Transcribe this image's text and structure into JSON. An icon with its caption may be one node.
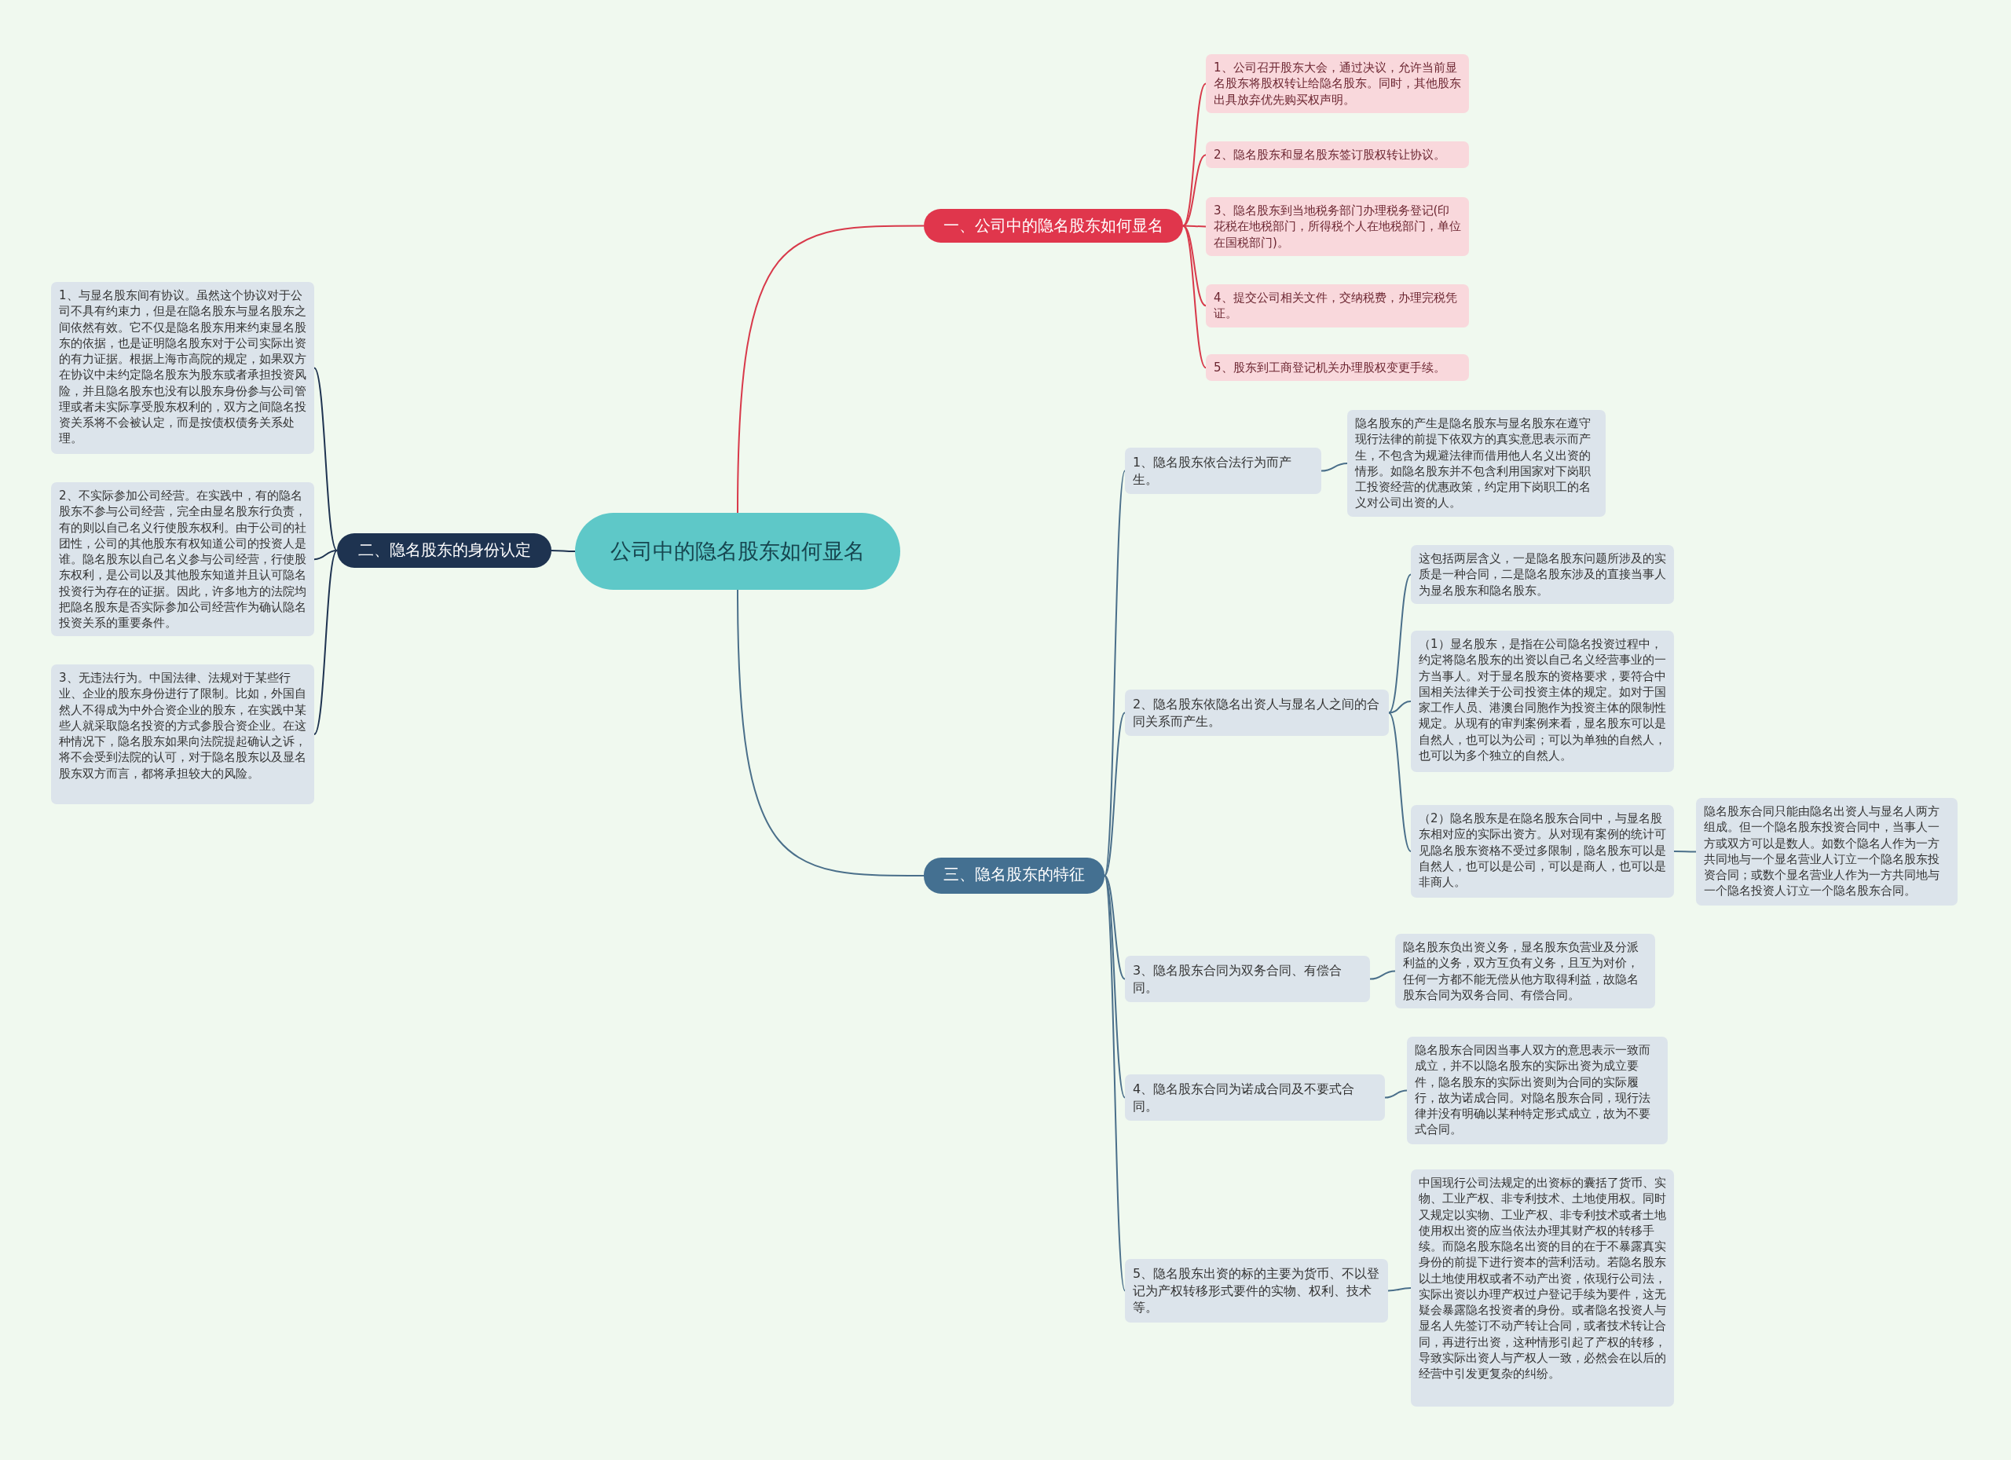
{
  "diagram": {
    "nodes": [
      {
        "text": [
          "公司中的隐名股东如何显名"
        ]
      },
      {
        "text": [
          "一、公司中的隐名股东如何显名"
        ]
      },
      {
        "text": [
          "1、公司召开股东大会，通过决议，允许当前显名股东将股权转让给隐名股东。同时，其他股东出具放弃优先购买权声明。"
        ]
      },
      {
        "text": [
          "2、隐名股东和显名股东签订股权转让协议。"
        ]
      },
      {
        "text": [
          "3、隐名股东到当地税务部门办理税务登记(印花税在地税部门，所得税个人在地税部门，单位在国税部门)。"
        ]
      },
      {
        "text": [
          "4、提交公司相关文件，交纳税费，办理完税凭证。"
        ]
      },
      {
        "text": [
          "5、股东到工商登记机关办理股权变更手续。"
        ]
      },
      {
        "text": [
          "二、隐名股东的身份认定"
        ]
      },
      {
        "text": [
          "1、与显名股东间有协议。虽然这个协议对于公司不具有约束力，但是在隐名股东与显名股东之间依然有效。它不仅是隐名股东用来约束显名股东的依据，也是证明隐名股东对于公司实际出资的有力证据。根据上海市高院的规定，如果双方在协议中未约定隐名股东为股东或者承担投资风险，并且隐名股东也没有以股东身份参与公司管理或者未实际享受股东权利的，双方之间隐名投资关系将不会被认定，而是按债权债务关系处理。"
        ]
      },
      {
        "text": [
          "2、不实际参加公司经营。在实践中，有的隐名股东不参与公司经营，完全由显名股东行负责，有的则以自己名义行使股东权利。由于公司的社团性，公司的其他股东有权知道公司的投资人是谁。隐名股东以自己名义参与公司经营，行使股东权利，是公司以及其他股东知道并且认可隐名投资行为存在的证据。因此，许多地方的法院均把隐名股东是否实际参加公司经营作为确认隐名投资关系的重要条件。"
        ]
      },
      {
        "text": [
          "3、无违法行为。中国法律、法规对于某些行业、企业的股东身份进行了限制。比如，外国自然人不得成为中外合资企业的股东，在实践中某些人就采取隐名投资的方式参股合资企业。在这种情况下，隐名股东如果向法院提起确认之诉，将不会受到法院的认可，对于隐名股东以及显名股东双方而言，都将承担较大的风险。"
        ]
      },
      {
        "text": [
          "三、隐名股东的特征"
        ]
      },
      {
        "text": [
          "1、隐名股东依合法行为而产生。"
        ]
      },
      {
        "text": [
          "隐名股东的产生是隐名股东与显名股东在遵守现行法律的前提下依双方的真实意思表示而产生，不包含为规避法律而借用他人名义出资的情形。如隐名股东并不包含利用国家对下岗职工投资经营的优惠政策，约定用下岗职工的名义对公司出资的人。"
        ]
      },
      {
        "text": [
          "2、隐名股东依隐名出资人与显名人之间的合同关系而产生。"
        ]
      },
      {
        "text": [
          "这包括两层含义，一是隐名股东问题所涉及的实质是一种合同，二是隐名股东涉及的直接当事人为显名股东和隐名股东。"
        ]
      },
      {
        "text": [
          "（1）显名股东，是指在公司隐名投资过程中，约定将隐名股东的出资以自己名义经营事业的一方当事人。对于显名股东的资格要求，要符合中国相关法律关于公司投资主体的规定。如对于国家工作人员、港澳台同胞作为投资主体的限制性规定。从现有的审判案例来看，显名股东可以是自然人，也可以为公司；可以为单独的自然人，也可以为多个独立的自然人。"
        ]
      },
      {
        "text": [
          "（2）隐名股东是在隐名股东合同中，与显名股东相对应的实际出资方。从对现有案例的统计可见隐名股东资格不受过多限制，隐名股东可以是自然人，也可以是公司，可以是商人，也可以是非商人。"
        ]
      },
      {
        "text": [
          "隐名股东合同只能由隐名出资人与显名人两方组成。但一个隐名股东投资合同中，当事人一方或双方可以是数人。如数个隐名人作为一方共同地与一个显名营业人订立一个隐名股东投资合同；或数个显名营业人作为一方共同地与一个隐名投资人订立一个隐名股东合同。"
        ]
      },
      {
        "text": [
          "3、隐名股东合同为双务合同、有偿合同。"
        ]
      },
      {
        "text": [
          "隐名股东负出资义务，显名股东负营业及分派利益的义务，双方互负有义务，且互为对价，任何一方都不能无偿从他方取得利益，故隐名股东合同为双务合同、有偿合同。"
        ]
      },
      {
        "text": [
          "4、隐名股东合同为诺成合同及不要式合同。"
        ]
      },
      {
        "text": [
          "隐名股东合同因当事人双方的意思表示一致而成立，并不以隐名股东的实际出资为成立要件，隐名股东的实际出资则为合同的实际履行，故为诺成合同。对隐名股东合同，现行法律并没有明确以某种特定形式成立，故为不要式合同。"
        ]
      },
      {
        "text": [
          "5、隐名股东出资的标的主要为货币、不以登记为产权转移形式要件的实物、权利、技术等。"
        ]
      },
      {
        "text": [
          "中国现行公司法规定的出资标的囊括了货币、实物、工业产权、非专利技术、土地使用权。同时又规定以实物、工业产权、非专利技术或者土地使用权出资的应当依法办理其财产权的转移手续。而隐名股东隐名出资的目的在于不暴露真实身份的前提下进行资本的营利活动。若隐名股东以土地使用权或者不动产出资，依现行公司法，实际出资以办理产权过户登记手续为要件，这无疑会暴露隐名投资者的身份。或者隐名投资人与显名人先签订不动产转让合同，或者技术转让合同，再进行出资，这种情形引起了产权的转移，导致实际出资人与产权人一致，必然会在以后的经营中引发更复杂的纠纷。"
        ]
      }
    ],
    "edges": [
      {
        "from": 0,
        "to": 1,
        "arrow": "none",
        "color": "#d8394a"
      },
      {
        "from": 1,
        "to": 2,
        "arrow": "none",
        "color": "#d8394a"
      },
      {
        "from": 1,
        "to": 3,
        "arrow": "none",
        "color": "#d8394a"
      },
      {
        "from": 1,
        "to": 4,
        "arrow": "none",
        "color": "#d8394a"
      },
      {
        "from": 1,
        "to": 5,
        "arrow": "none",
        "color": "#d8394a"
      },
      {
        "from": 1,
        "to": 6,
        "arrow": "none",
        "color": "#d8394a"
      },
      {
        "from": 0,
        "to": 7,
        "arrow": "none",
        "color": "#1e3350"
      },
      {
        "from": 7,
        "to": 8,
        "arrow": "none",
        "color": "#1e3350"
      },
      {
        "from": 7,
        "to": 9,
        "arrow": "none",
        "color": "#1e3350"
      },
      {
        "from": 7,
        "to": 10,
        "arrow": "none",
        "color": "#1e3350"
      },
      {
        "from": 0,
        "to": 11,
        "arrow": "none"
      },
      {
        "from": 11,
        "to": 12,
        "arrow": "none"
      },
      {
        "from": 12,
        "to": 13,
        "arrow": "none"
      },
      {
        "from": 11,
        "to": 14,
        "arrow": "none"
      },
      {
        "from": 14,
        "to": 15,
        "arrow": "none"
      },
      {
        "from": 14,
        "to": 16,
        "arrow": "none"
      },
      {
        "from": 14,
        "to": 17,
        "arrow": "none"
      },
      {
        "from": 17,
        "to": 18,
        "arrow": "none"
      },
      {
        "from": 11,
        "to": 19,
        "arrow": "none"
      },
      {
        "from": 19,
        "to": 20,
        "arrow": "none"
      },
      {
        "from": 11,
        "to": 21,
        "arrow": "none"
      },
      {
        "from": 21,
        "to": 22,
        "arrow": "none"
      },
      {
        "from": 11,
        "to": 23,
        "arrow": "none"
      },
      {
        "from": 23,
        "to": 24,
        "arrow": "none"
      }
    ]
  }
}
